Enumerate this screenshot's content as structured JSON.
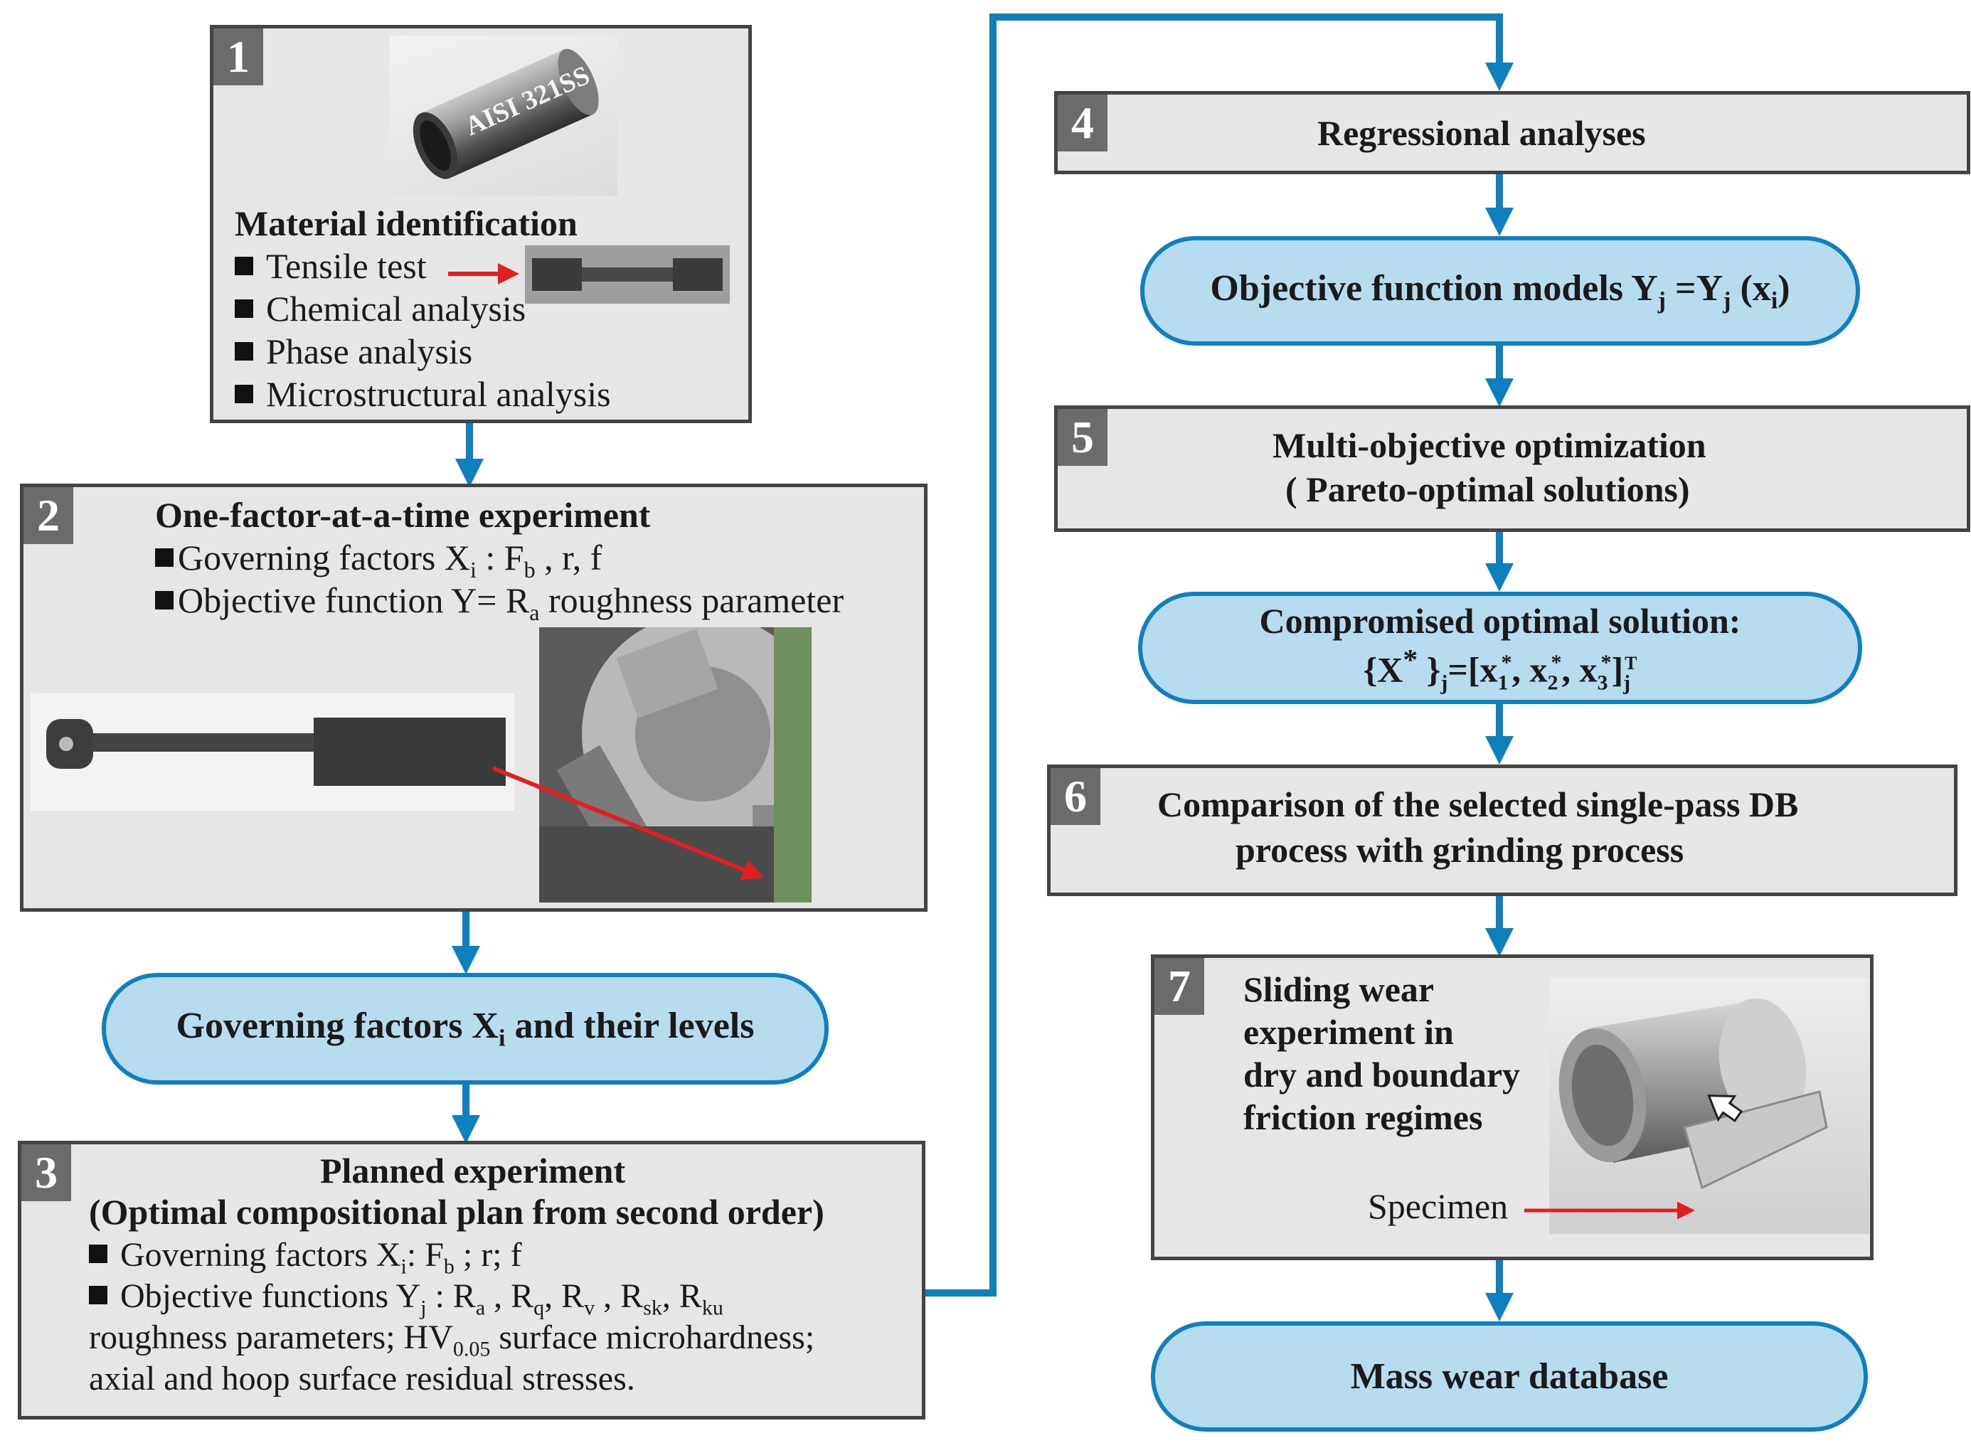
{
  "step1": {
    "num": "1",
    "tube_label": "AISI 321SS",
    "title": "Material identification",
    "items": [
      "Tensile test",
      "Chemical analysis",
      "Phase analysis",
      "Microstructural analysis"
    ]
  },
  "step2": {
    "num": "2",
    "title": "One-factor-at-a-time experiment",
    "line1_pre": "Governing factors X",
    "line1_sub": "i",
    "line1_mid": " : F",
    "line1_sub2": "b",
    "line1_post": " , r, f",
    "line2_pre": "Objective function Y= R",
    "line2_sub": "a",
    "line2_post": " roughness parameter"
  },
  "pill_governing": {
    "pre": "Governing factors X",
    "sub": "i",
    "post": " and their levels"
  },
  "step3": {
    "num": "3",
    "title1": "Planned experiment",
    "title2": "(Optimal compositional plan from second order)",
    "gov_pre": "Governing factors X",
    "gov_sub": "i",
    "gov_mid": ": F",
    "gov_sub2": "b",
    "gov_post": " ; r; f",
    "obj_pre": "Objective functions Y",
    "obj_sub": "j",
    "obj_mid": " : R",
    "r_subs": [
      "a",
      "q",
      "v",
      "sk",
      "ku"
    ],
    "line3_pre": "roughness parameters; HV",
    "line3_sub": "0.05",
    "line3_post": " surface microhardness;",
    "line4": "axial and hoop surface residual stresses."
  },
  "step4": {
    "num": "4",
    "title": "Regressional analyses"
  },
  "pill_models": {
    "pre": "Objective function models Y",
    "sub": "j",
    "mid": " =Y",
    "sub2": "j",
    "post_pre": " (x",
    "sub3": "i",
    "post": ")"
  },
  "step5": {
    "num": "5",
    "line1": "Multi-objective optimization",
    "line2": "( Pareto-optimal solutions)"
  },
  "pill_compromise": {
    "line1": "Compromised optimal solution:",
    "formula": "{X*}j=[x1*, x2*, x3*]jT"
  },
  "step6": {
    "num": "6",
    "line1": "Comparison of the selected single-pass DB",
    "line2": "process with grinding  process"
  },
  "step7": {
    "num": "7",
    "lines": [
      "Sliding wear",
      "experiment in",
      "dry and boundary",
      "friction regimes"
    ],
    "specimen": "Specimen"
  },
  "pill_database": {
    "label": "Mass wear database"
  },
  "colors": {
    "arrow": "#0f7fbf",
    "pill_fill": "#b7dcf0",
    "box_fill": "#e6e6e6",
    "number_bg": "#6b6b6b",
    "pointer": "#e02020"
  }
}
